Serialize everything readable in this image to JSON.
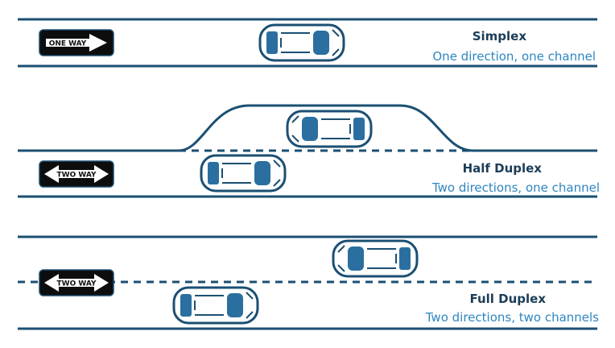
{
  "colors": {
    "road": "#1b4f72",
    "title": "#1c3d57",
    "subtitle": "#2e86c1",
    "sign": "#0d0d0d"
  },
  "modes": [
    {
      "title": "Simplex",
      "subtitle": "One direction, one channel",
      "sign_text": "ONE WAY",
      "sign_type": "one-way-arrow-icon"
    },
    {
      "title": "Half Duplex",
      "subtitle": "Two directions, one channel",
      "sign_text": "TWO WAY",
      "sign_type": "two-way-arrow-icon"
    },
    {
      "title": "Full Duplex",
      "subtitle": "Two directions, two channels",
      "sign_text": "TWO WAY",
      "sign_type": "two-way-arrow-icon"
    }
  ]
}
